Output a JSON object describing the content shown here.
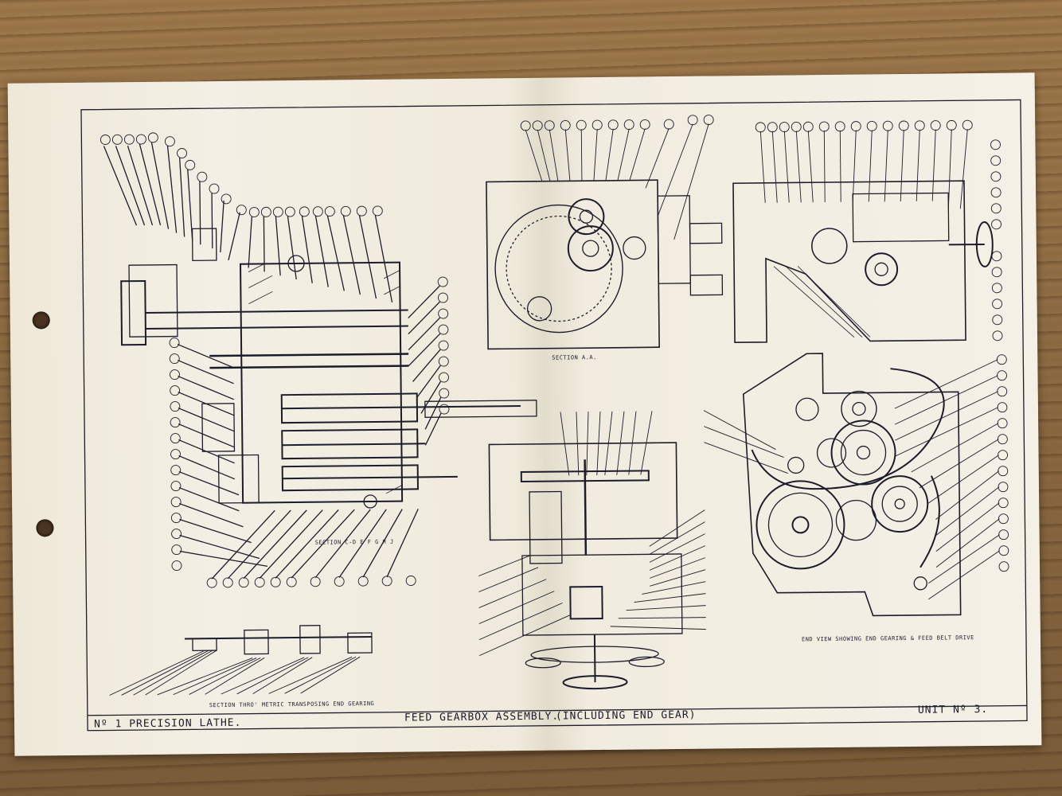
{
  "sheet": {
    "left_title": "Nº 1   PRECISION LATHE.",
    "center_title": "FEED GEARBOX ASSEMBLY.",
    "center_subtitle": "(INCLUDING END GEAR)",
    "right_title": "UNIT Nº 3."
  },
  "captions": {
    "section_c": "SECTION C-D E F G H J",
    "section_aa": "SECTION A.A.",
    "section_thro": "SECTION THRO' METRIC TRANSPOSING END GEARING",
    "end_view": "END VIEW SHOWING END GEARING & FEED BELT DRIVE"
  },
  "colors": {
    "ink": "#1c1c2a",
    "paper": "#f2eee3",
    "wood": "#8c6a42"
  }
}
